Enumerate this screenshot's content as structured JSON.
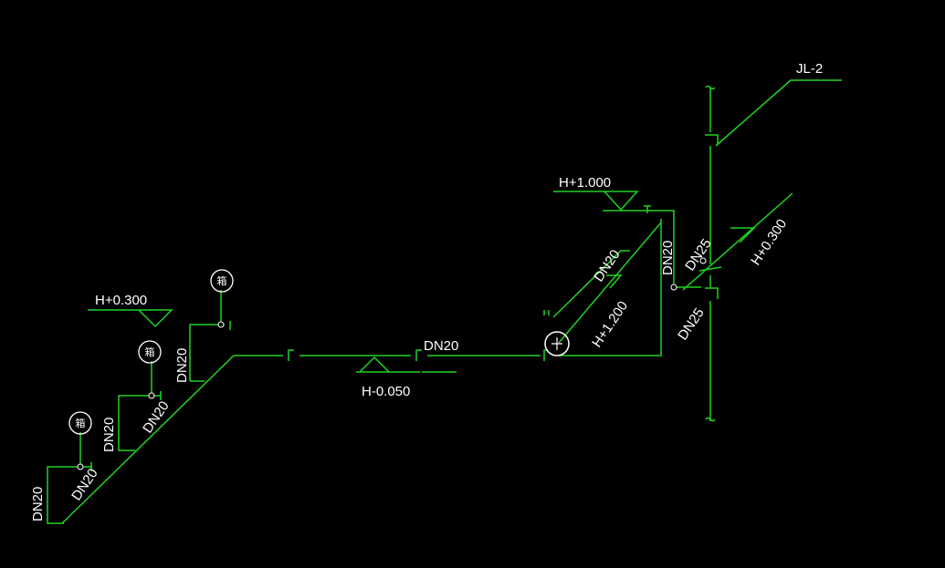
{
  "colors": {
    "background": "#000000",
    "pipe": "#21d321",
    "text": "#ffffff"
  },
  "labels": {
    "riser": "JL-2",
    "elev_top": "H+1.000",
    "elev_left": "H+0.300",
    "elev_mid": "H-0.050",
    "elev_diag_1200": "H+1.200",
    "elev_diag_0300": "H+0.300",
    "dn_mid": "DN20",
    "dn_left_vert_upper": "DN20",
    "dn_left_diag_upper": "DN20",
    "dn_left_vert_mid": "DN20",
    "dn_left_diag_lower": "DN20",
    "dn_left_vert_lower": "DN20",
    "dn_right_diag": "DN20",
    "dn_right_vert": "DN20",
    "dn25_upper": "DN25",
    "dn25_lower": "DN25"
  },
  "fixtures": {
    "symbol": "箱"
  }
}
